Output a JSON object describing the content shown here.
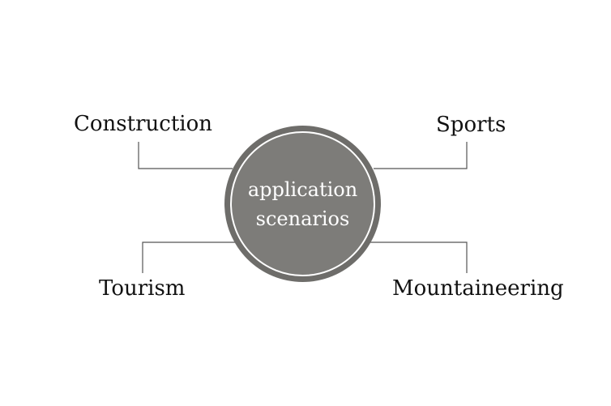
{
  "center": {
    "line1": "application",
    "line2": "scenarios"
  },
  "branches": {
    "top_left": "Construction",
    "top_right": "Sports",
    "bottom_left": "Tourism",
    "bottom_right": "Mountaineering"
  },
  "colors": {
    "circle_outer": "#6e6d6a",
    "circle_inner": "#7d7c79",
    "connector": "#555555",
    "text": "#111111"
  }
}
